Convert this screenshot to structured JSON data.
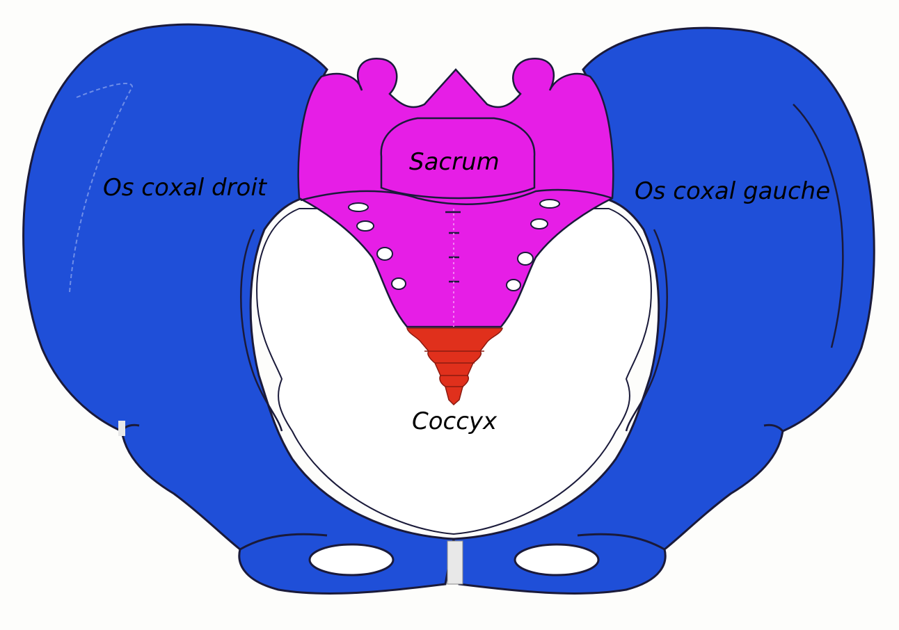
{
  "labels": {
    "right_hip_bone": "Os coxal droit",
    "left_hip_bone": "Os coxal gauche",
    "sacrum": "Sacrum",
    "coccyx": "Coccyx"
  },
  "colors": {
    "hip_bone": "#1f4fd8",
    "sacrum": "#e61ee6",
    "coccyx": "#e0301c",
    "outline": "#1a1a3a",
    "background": "#fdfdfb",
    "cavity": "#ffffff"
  }
}
